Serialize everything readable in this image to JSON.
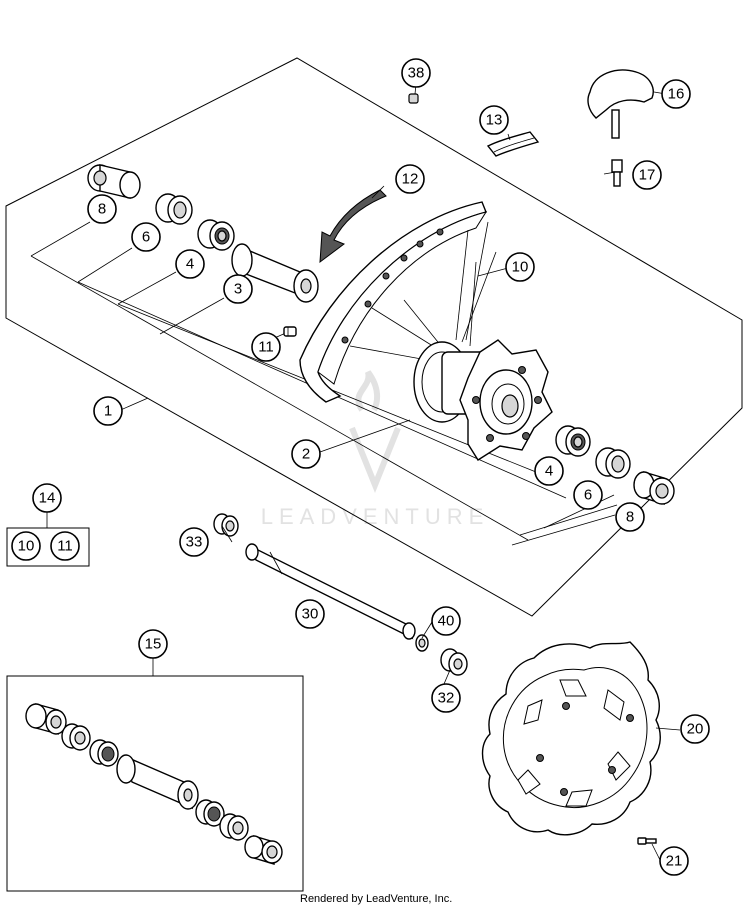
{
  "callouts": {
    "c1": "1",
    "c2": "2",
    "c3": "3",
    "c4a": "4",
    "c4b": "4",
    "c6a": "6",
    "c6b": "6",
    "c8a": "8",
    "c8b": "8",
    "c10a": "10",
    "c10b": "10",
    "c11a": "11",
    "c11b": "11",
    "c12": "12",
    "c13": "13",
    "c14": "14",
    "c15": "15",
    "c16": "16",
    "c17": "17",
    "c20": "20",
    "c21": "21",
    "c30": "30",
    "c32": "32",
    "c33": "33",
    "c38": "38",
    "c40": "40"
  },
  "watermark": "LEADVENTURE",
  "footer": "Rendered by LeadVenture, Inc."
}
